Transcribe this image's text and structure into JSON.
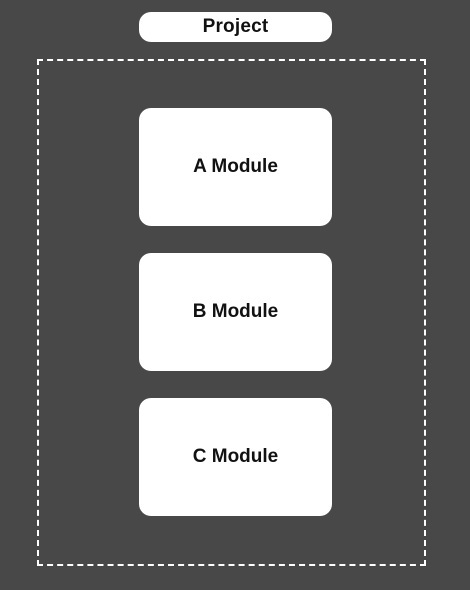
{
  "project": {
    "label": "Project"
  },
  "modules": [
    {
      "label": "A Module"
    },
    {
      "label": "B Module"
    },
    {
      "label": "C Module"
    }
  ],
  "colors": {
    "background": "#484848",
    "card": "#ffffff",
    "text": "#111111",
    "border": "#ffffff"
  }
}
